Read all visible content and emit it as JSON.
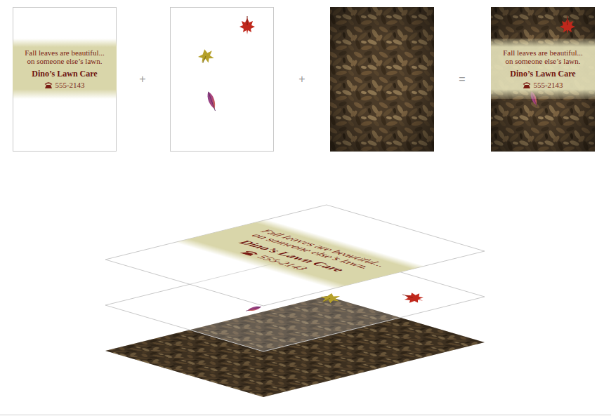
{
  "diagram": {
    "nodes": [
      {
        "text": [
          "Fall leaves are beautiful... on someone else’s lawn.",
          "Dino’s Lawn Care",
          "555-2143"
        ]
      },
      {
        "text": [
          "Fall leaves are beautiful... on someone else’s lawn.",
          "Dino’s Lawn Care",
          "555-2143"
        ]
      },
      {
        "text": [
          "Fall leaves are beautiful... on someone else’s lawn.",
          "Dino’s Lawn Care",
          "555-2143"
        ]
      }
    ],
    "labels": [
      "+",
      "+",
      "="
    ]
  }
}
